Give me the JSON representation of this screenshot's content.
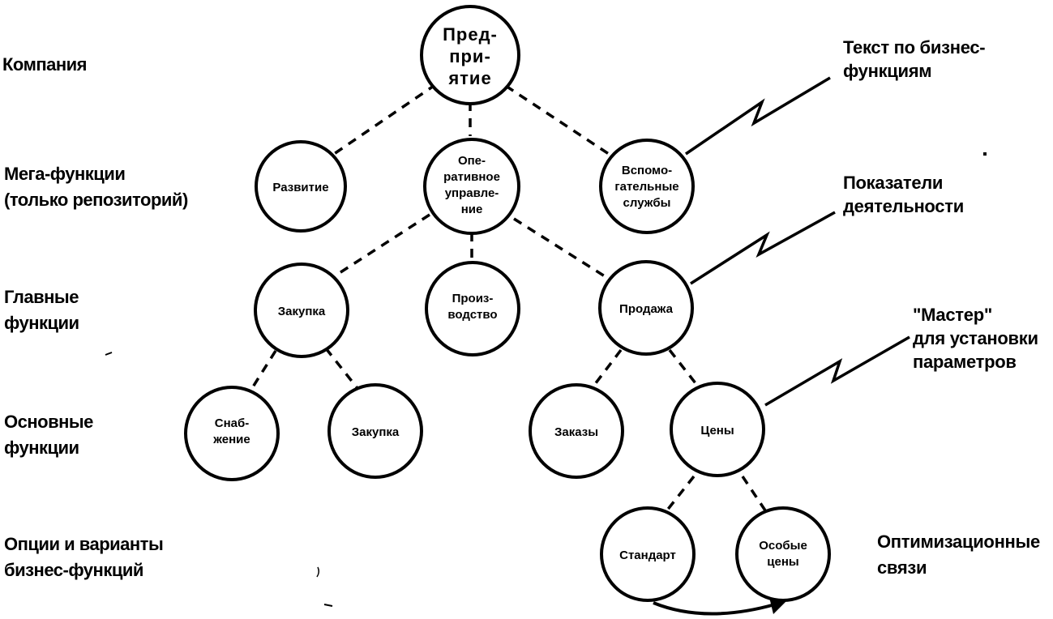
{
  "levels": {
    "company": [
      "Компания"
    ],
    "mega": [
      "Мега-функции",
      "(только репозиторий)"
    ],
    "main": [
      "Главные",
      "функции"
    ],
    "basic": [
      "Основные",
      "функции"
    ],
    "options": [
      "Опции и варианты",
      "бизнес-функций"
    ]
  },
  "notes": {
    "business_text": [
      "Текст по бизнес-",
      "функциям"
    ],
    "indicators": [
      "Показатели",
      "деятельности"
    ],
    "master": [
      "\"Мастер\"",
      "для установки",
      "параметров"
    ],
    "optimization": [
      "Оптимизационные",
      "связи"
    ]
  },
  "nodes": {
    "enterprise": [
      "Пред-",
      "при-",
      "ятие"
    ],
    "development": [
      "Развитие"
    ],
    "operational": [
      "Опе-",
      "ративное",
      "управле-",
      "ние"
    ],
    "auxiliary": [
      "Вспомо-",
      "гательные",
      "службы"
    ],
    "purchase_main": [
      "Закупка"
    ],
    "production": [
      "Произ-",
      "водство"
    ],
    "sales": [
      "Продажа"
    ],
    "supply": [
      "Снаб-",
      "жение"
    ],
    "purchase": [
      "Закупка"
    ],
    "orders": [
      "Заказы"
    ],
    "prices": [
      "Цены"
    ],
    "standard": [
      "Стандарт"
    ],
    "special_prices": [
      "Особые",
      "цены"
    ]
  }
}
